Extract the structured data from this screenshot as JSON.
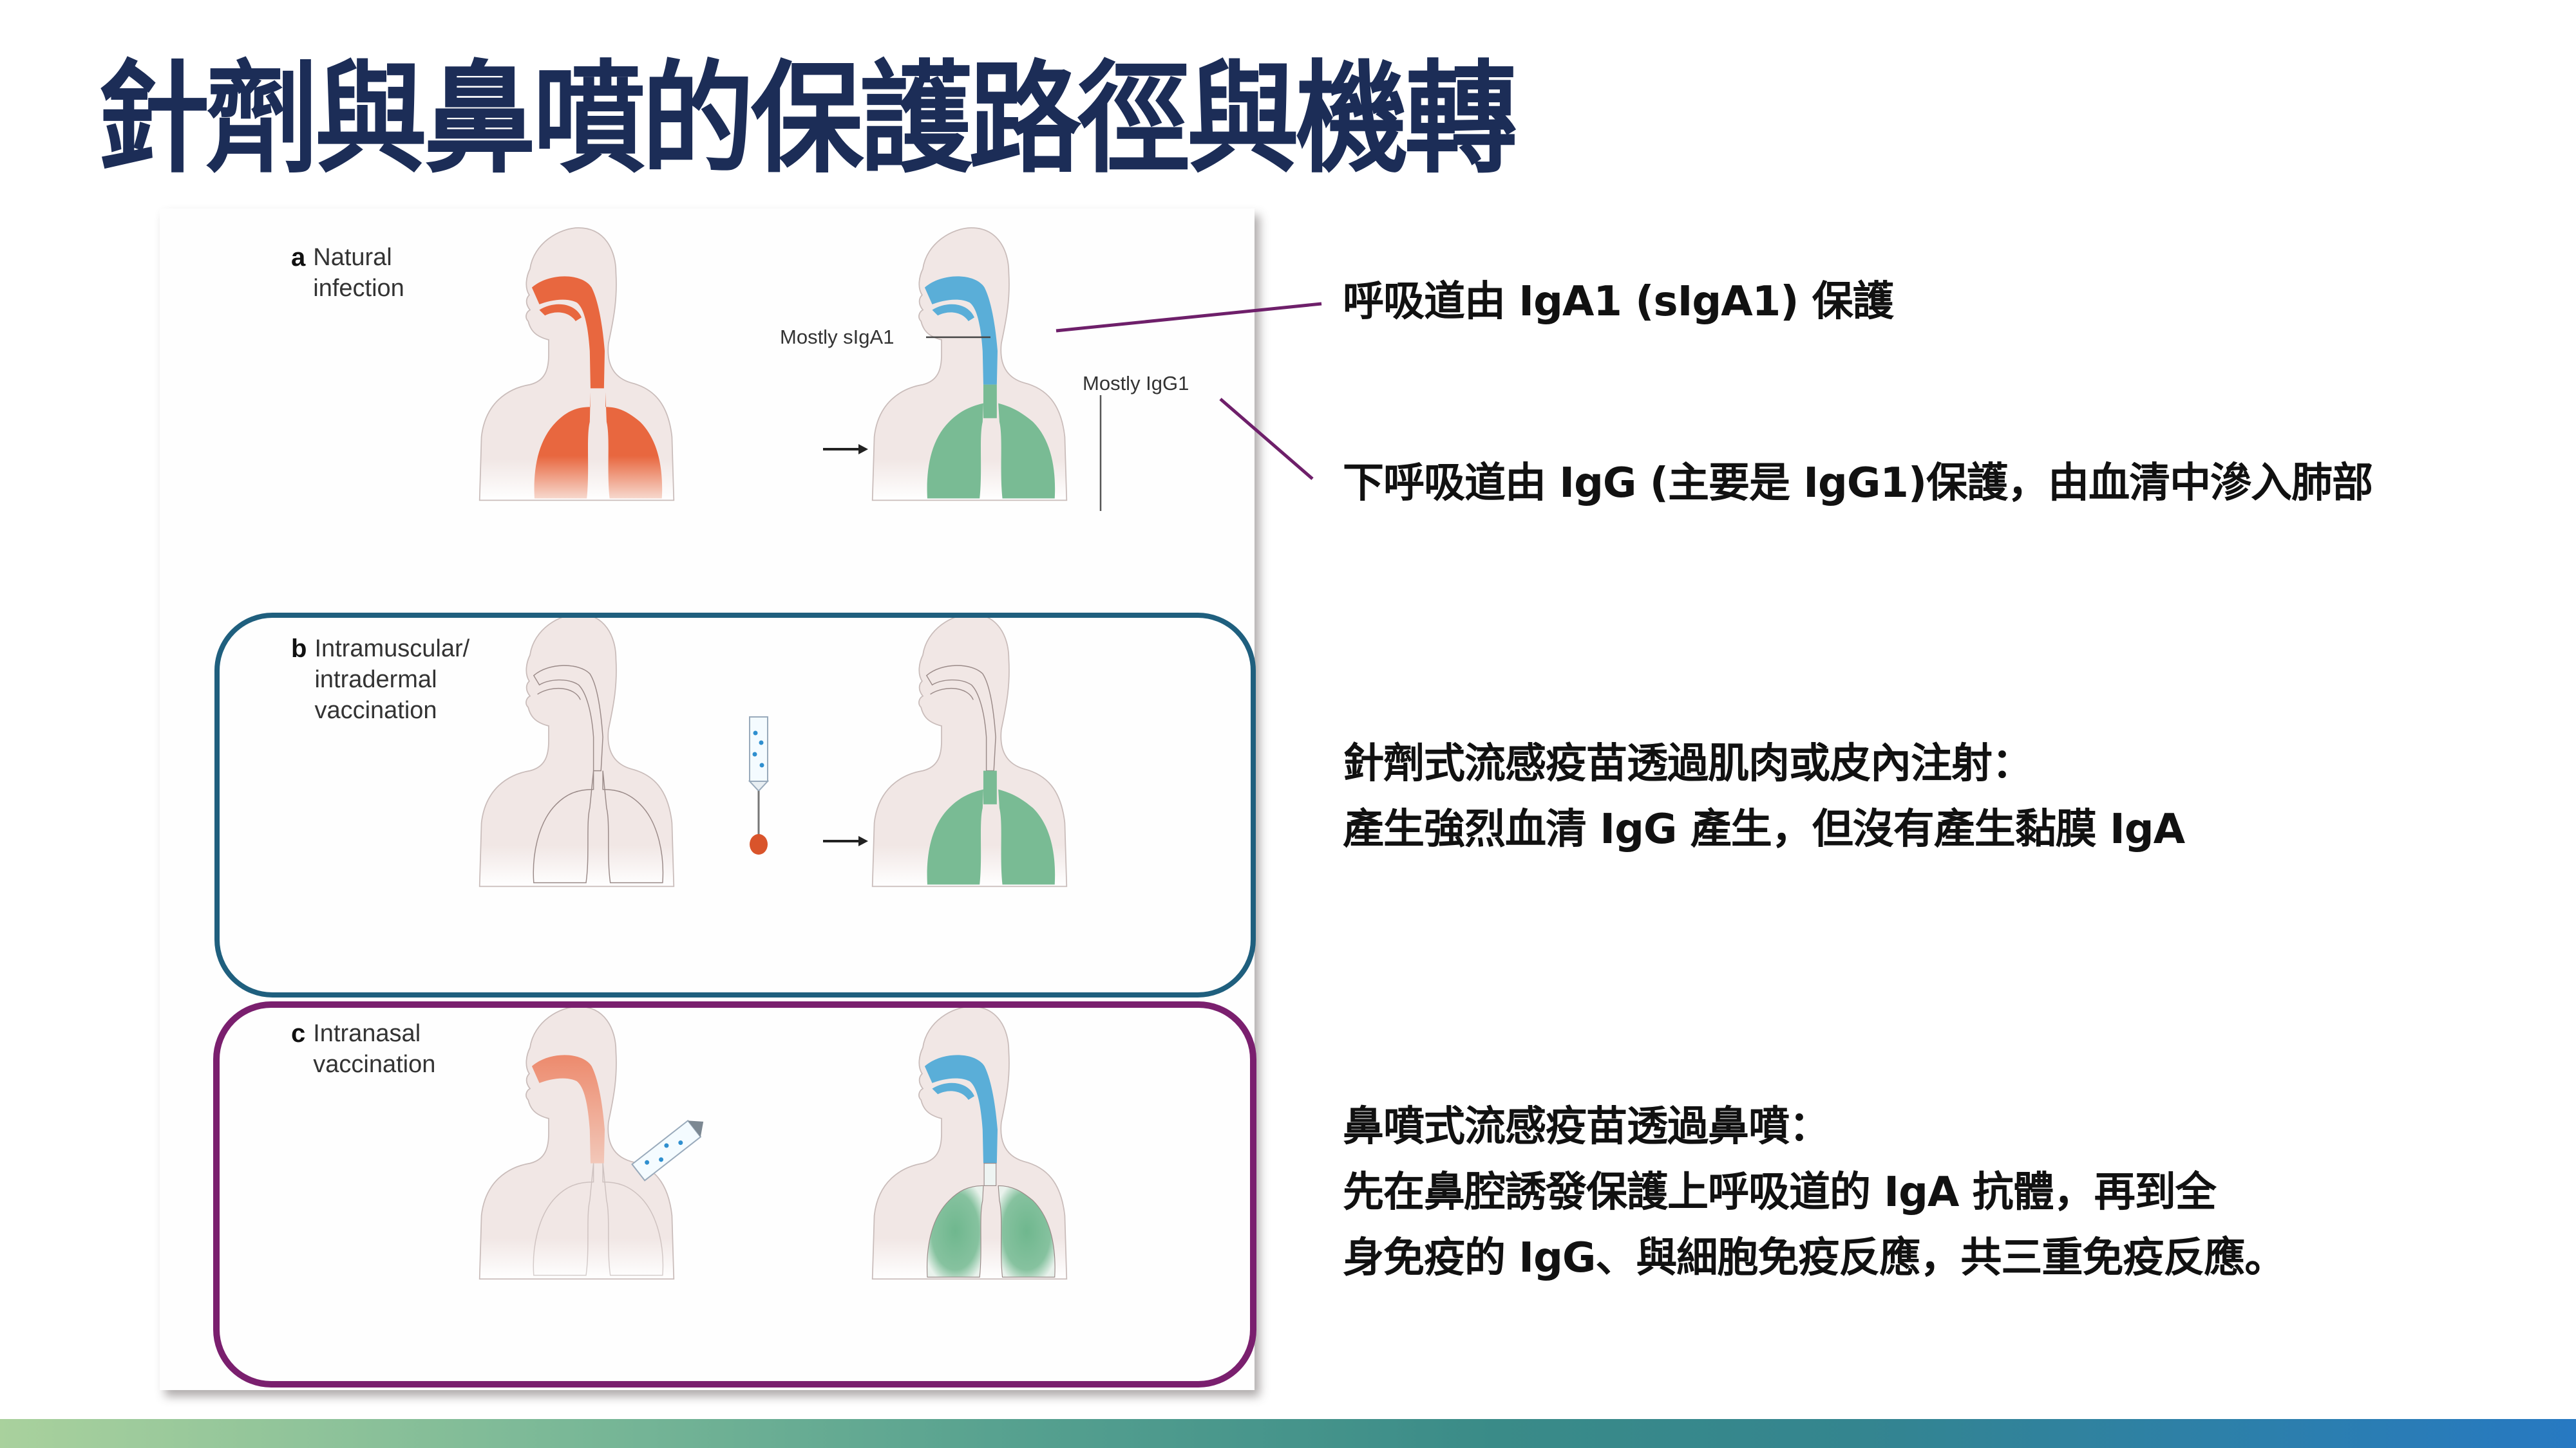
{
  "slide": {
    "title": "針劑與鼻噴的保護路徑與機轉",
    "title_color": "#1c2d57",
    "footer_gradient": [
      "#a9d19d",
      "#3a8b88",
      "#2779c2"
    ]
  },
  "figure": {
    "panels": [
      {
        "letter": "a",
        "label": "Natural\ninfection",
        "frame_color": null
      },
      {
        "letter": "b",
        "label": "Intramuscular/\nintradermal\nvaccination",
        "frame_color": "#1f5f7e"
      },
      {
        "letter": "c",
        "label": "Intranasal\nvaccination",
        "frame_color": "#7a1f6e"
      }
    ],
    "annotations": {
      "upper": "Mostly sIgA1",
      "lower": "Mostly IgG1"
    },
    "colors": {
      "infection": "#e8673f",
      "iga_upper": "#5aaed8",
      "igg_lower": "#79bb94",
      "body": "#f1e7e5",
      "outline": "#b7a8a6"
    }
  },
  "notes": [
    {
      "id": "upper-airway",
      "lines": [
        "呼吸道由 IgA1 (sIgA1) 保護"
      ]
    },
    {
      "id": "lower-airway",
      "lines": [
        "下呼吸道由 IgG (主要是 IgG1)保護，由血清中滲入肺部"
      ]
    },
    {
      "id": "injection",
      "lines": [
        "針劑式流感疫苗透過肌肉或皮內注射：",
        "產生強烈血清 IgG 產生，但沒有產生黏膜 IgA"
      ]
    },
    {
      "id": "intranasal",
      "lines": [
        "鼻噴式流感疫苗透過鼻噴：",
        "先在鼻腔誘發保護上呼吸道的 IgA 抗體，再到全",
        "身免疫的 IgG、與細胞免疫反應，共三重免疫反應。"
      ]
    }
  ],
  "connector_color": "#6e1f6a"
}
